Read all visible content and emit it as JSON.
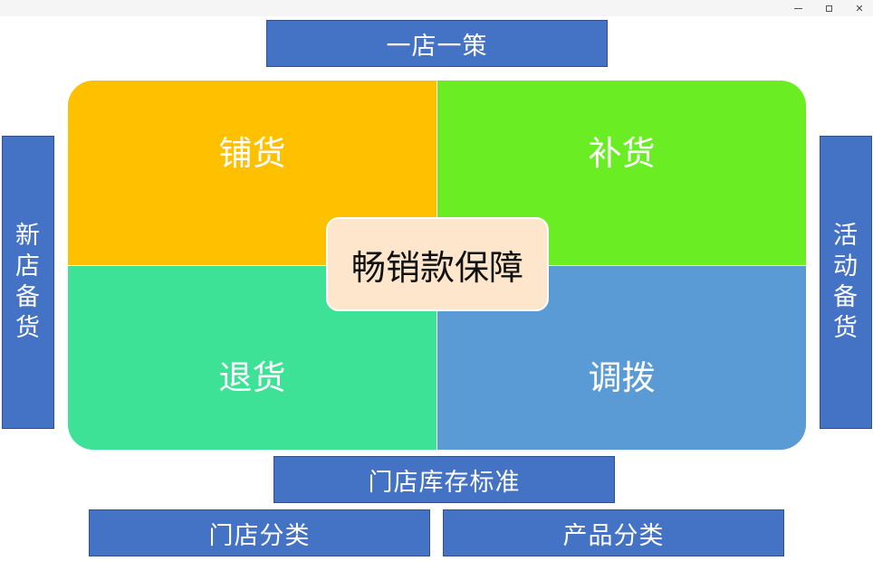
{
  "window": {
    "controls": {
      "minimize": "minimize",
      "maximize": "maximize",
      "close": "✕"
    }
  },
  "diagram": {
    "top": "一店一策",
    "left_chars": [
      "新",
      "店",
      "备",
      "货"
    ],
    "right_chars": [
      "活",
      "动",
      "备",
      "货"
    ],
    "quadrants": {
      "top_left": "铺货",
      "top_right": "补货",
      "bottom_left": "退货",
      "bottom_right": "调拨"
    },
    "center": "畅销款保障",
    "bottom_main": "门店库存标准",
    "bottom_left": "门店分类",
    "bottom_right": "产品分类"
  },
  "colors": {
    "box_blue": "#4472c4",
    "q_top_left": "#ffc000",
    "q_top_right": "#6aee23",
    "q_bottom_left": "#3ee296",
    "q_bottom_right": "#5b9bd5",
    "center_fill": "#fde6cb"
  }
}
